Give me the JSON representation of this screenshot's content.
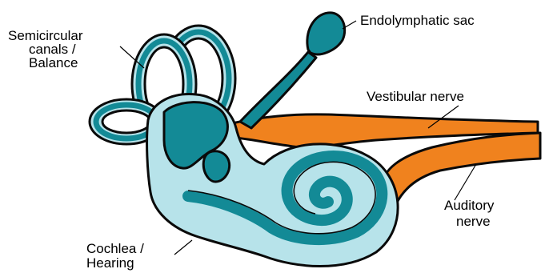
{
  "labels": {
    "semicircular_line1": "Semicircular",
    "semicircular_line2": "canals /",
    "semicircular_line3": "Balance",
    "endolymphatic": "Endolymphatic sac",
    "vestibular": "Vestibular nerve",
    "auditory_line1": "Auditory",
    "auditory_line2": "nerve",
    "cochlea_line1": "Cochlea /",
    "cochlea_line2": "Hearing"
  },
  "colors": {
    "labyrinth_fill": "#b7e3ea",
    "duct_fill": "#138a96",
    "nerve_fill": "#f0821e",
    "outline": "#0a0a0a",
    "background": "#ffffff"
  }
}
